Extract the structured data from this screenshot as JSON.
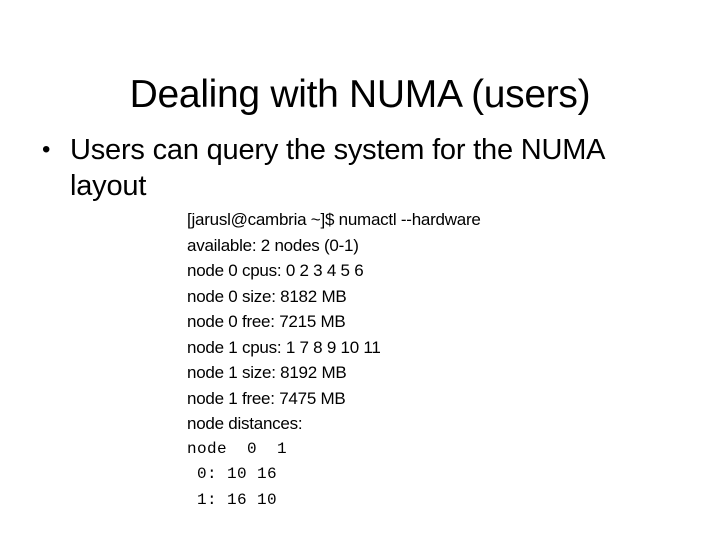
{
  "slide": {
    "title": "Dealing with NUMA (users)",
    "background_color": "#ffffff",
    "text_color": "#000000",
    "bullets": [
      {
        "marker": "•",
        "text": "Users can query the system for the NUMA layout"
      }
    ],
    "terminal": {
      "prompt_line": "[jarusl@cambria ~]$ numactl --hardware",
      "lines": [
        {
          "text": "[jarusl@cambria ~]$ numactl --hardware",
          "mono": false
        },
        {
          "text": "available: 2 nodes (0-1)",
          "mono": false
        },
        {
          "text": "node 0 cpus: 0 2 3 4 5 6",
          "mono": false
        },
        {
          "text": "node 0 size: 8182 MB",
          "mono": false
        },
        {
          "text": "node 0 free: 7215 MB",
          "mono": false
        },
        {
          "text": "node 1 cpus: 1 7 8 9 10 11",
          "mono": false
        },
        {
          "text": "node 1 size: 8192 MB",
          "mono": false
        },
        {
          "text": "node 1 free: 7475 MB",
          "mono": false
        },
        {
          "text": "node distances:",
          "mono": false
        },
        {
          "text": "node  0  1",
          "mono": true
        },
        {
          "text": " 0: 10 16",
          "mono": true
        },
        {
          "text": " 1: 16 10",
          "mono": true
        }
      ],
      "parsed": {
        "command": "numactl --hardware",
        "user": "jarusl",
        "host": "cambria",
        "cwd": "~",
        "available_nodes": 2,
        "node_range": "0-1",
        "nodes": [
          {
            "id": 0,
            "cpus": [
              0,
              2,
              3,
              4,
              5,
              6
            ],
            "size_mb": 8182,
            "free_mb": 7215
          },
          {
            "id": 1,
            "cpus": [
              1,
              7,
              8,
              9,
              10,
              11
            ],
            "size_mb": 8192,
            "free_mb": 7475
          }
        ],
        "node_distances": {
          "header": [
            "node",
            "0",
            "1"
          ],
          "rows": [
            {
              "label": "0:",
              "values": [
                10,
                16
              ]
            },
            {
              "label": "1:",
              "values": [
                16,
                10
              ]
            }
          ]
        }
      }
    }
  }
}
